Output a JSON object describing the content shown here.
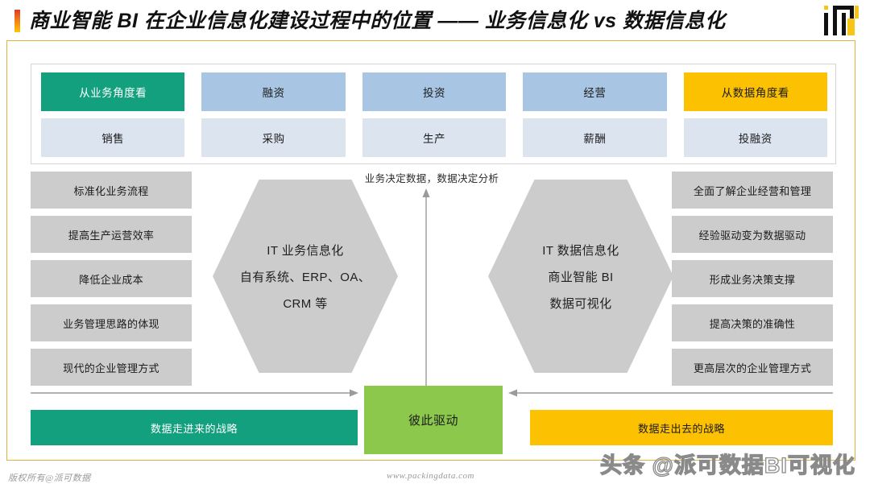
{
  "header": {
    "title": "商业智能 BI 在企业信息化建设过程中的位置  —— 业务信息化 vs 数据信息化",
    "logo_name": "if-brand-logo"
  },
  "top_panel": {
    "row1": [
      {
        "label": "从业务角度看",
        "style": "t-teal"
      },
      {
        "label": "融资",
        "style": "t-blue"
      },
      {
        "label": "投资",
        "style": "t-blue"
      },
      {
        "label": "经营",
        "style": "t-blue"
      },
      {
        "label": "从数据角度看",
        "style": "t-amber"
      }
    ],
    "row2": [
      {
        "label": "销售",
        "style": "t-pale"
      },
      {
        "label": "采购",
        "style": "t-pale"
      },
      {
        "label": "生产",
        "style": "t-pale"
      },
      {
        "label": "薪酬",
        "style": "t-pale"
      },
      {
        "label": "投融资",
        "style": "t-pale"
      }
    ]
  },
  "left_column": [
    "标准化业务流程",
    "提高生产运营效率",
    "降低企业成本",
    "业务管理思路的体现",
    "现代的企业管理方式"
  ],
  "right_column": [
    "全面了解企业经营和管理",
    "经验驱动变为数据驱动",
    "形成业务决策支撑",
    "提高决策的准确性",
    "更高层次的企业管理方式"
  ],
  "hex_left": {
    "lines": [
      "IT 业务信息化",
      "自有系统、ERP、OA、",
      "CRM 等"
    ]
  },
  "hex_right": {
    "lines": [
      "IT 数据信息化",
      "商业智能 BI",
      "数据可视化"
    ]
  },
  "center_note": "业务决定数据，数据决定分析",
  "center_box": {
    "label": "彼此驱动"
  },
  "strategy_left": {
    "label": "数据走进来的战略"
  },
  "strategy_right": {
    "label": "数据走出去的战略"
  },
  "watermark": "头条 @派可数据BI可视化",
  "footer": {
    "left": "版权所有@派可数据",
    "center": "www.packingdata.com"
  },
  "colors": {
    "teal": "#13a07e",
    "amber": "#fcc100",
    "blue": "#a8c6e3",
    "pale_blue": "#dce4f0",
    "gray_box": "#cccccc",
    "green": "#8cc84b",
    "frame_gold": "#e2b33c"
  }
}
